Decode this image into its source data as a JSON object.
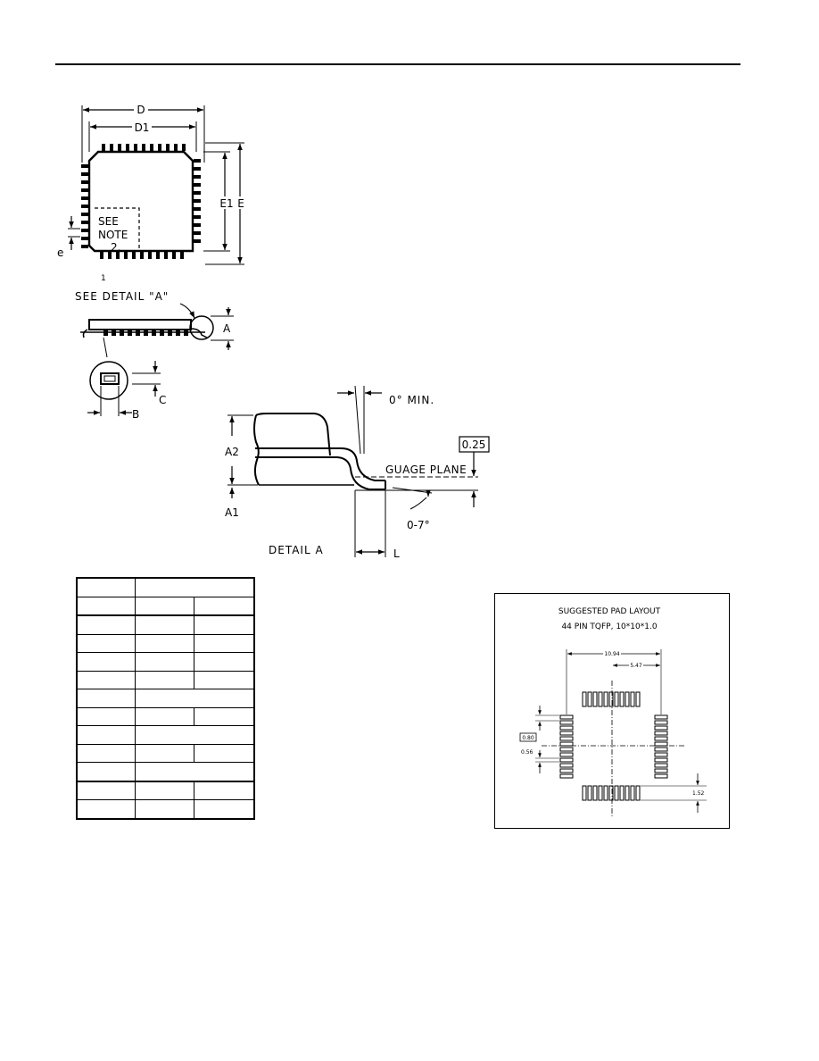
{
  "package_outline": {
    "label_d": "D",
    "label_d1": "D1",
    "label_e1": "E1",
    "label_e": "E",
    "label_pitch": "e",
    "pin_one": "1",
    "see_note": [
      "SEE",
      "NOTE",
      "2."
    ]
  },
  "side_view": {
    "see_detail": "SEE DETAIL \"A\"",
    "label_a": "A",
    "label_c": "C",
    "label_b": "B"
  },
  "detail_a": {
    "angle_min": "0° MIN.",
    "gauge_value": "0.25",
    "gauge_plane": "GUAGE  PLANE",
    "label_a2": "A2",
    "label_a1": "A1",
    "angle_range": "0-7°",
    "title": "DETAIL  A",
    "label_l": "L"
  },
  "pad_layout": {
    "title": "SUGGESTED PAD LAYOUT",
    "subtitle": "44 PIN TQFP, 10*10*1.0",
    "dim_width": "10.94",
    "dim_half": "5.47",
    "dim_pitch": "0.80",
    "dim_pad_width": "0.56",
    "dim_pad_length": "1.52"
  }
}
